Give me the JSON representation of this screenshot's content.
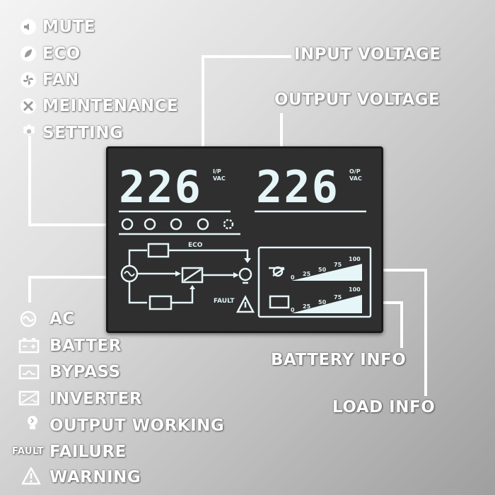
{
  "top_legend": {
    "mute": "MUTE",
    "eco": "ECO",
    "fan": "FAN",
    "maintenance": "MEINTENANCE",
    "setting": "SETTING"
  },
  "annotations": {
    "input_voltage": "INPUT VOLTAGE",
    "output_voltage": "OUTPUT VOLTAGE",
    "battery_info": "BATTERY INFO",
    "load_info": "LOAD INFO"
  },
  "bottom_legend": {
    "ac": "AC",
    "battery": "BATTER",
    "bypass": "BYPASS",
    "inverter": "INVERTER",
    "output_working": "OUTPUT WORKING",
    "failure_tag": "FAULT",
    "failure": "FAILURE",
    "warning": "WARNING"
  },
  "lcd": {
    "input_value": "226",
    "input_unit_top": "I/P",
    "input_unit_bottom": "VAC",
    "output_value": "226",
    "output_unit_top": "O/P",
    "output_unit_bottom": "VAC",
    "eco_label": "ECO",
    "fault_label": "FAULT",
    "load_scale": [
      "0",
      "25",
      "50",
      "75",
      "100"
    ],
    "battery_scale": [
      "0",
      "25",
      "50",
      "75",
      "100"
    ]
  },
  "colors": {
    "lcd_bg": "#2f2f2f",
    "lcd_segment": "#e6f5f7",
    "label": "#ffffff"
  }
}
